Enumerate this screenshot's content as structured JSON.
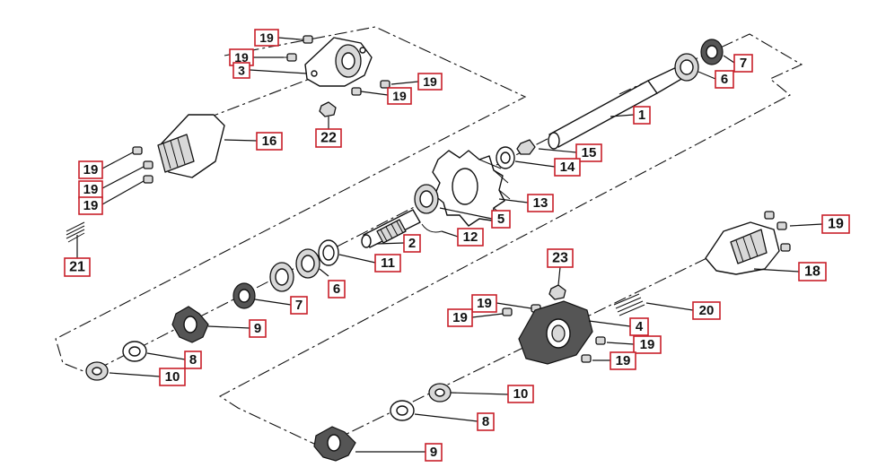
{
  "diagram": {
    "callouts": [
      {
        "id": "c19a",
        "label": "19"
      },
      {
        "id": "c19b",
        "label": "19"
      },
      {
        "id": "c3",
        "label": "3"
      },
      {
        "id": "c19c",
        "label": "19"
      },
      {
        "id": "c19d",
        "label": "19"
      },
      {
        "id": "c22",
        "label": "22"
      },
      {
        "id": "c16",
        "label": "16"
      },
      {
        "id": "c19e",
        "label": "19"
      },
      {
        "id": "c19f",
        "label": "19"
      },
      {
        "id": "c19g",
        "label": "19"
      },
      {
        "id": "c21",
        "label": "21"
      },
      {
        "id": "c7a",
        "label": "7"
      },
      {
        "id": "c6a",
        "label": "6"
      },
      {
        "id": "c1",
        "label": "1"
      },
      {
        "id": "c15",
        "label": "15"
      },
      {
        "id": "c14",
        "label": "14"
      },
      {
        "id": "c13",
        "label": "13"
      },
      {
        "id": "c5",
        "label": "5"
      },
      {
        "id": "c12",
        "label": "12"
      },
      {
        "id": "c2",
        "label": "2"
      },
      {
        "id": "c11",
        "label": "11"
      },
      {
        "id": "c6b",
        "label": "6"
      },
      {
        "id": "c7b",
        "label": "7"
      },
      {
        "id": "c9a",
        "label": "9"
      },
      {
        "id": "c8a",
        "label": "8"
      },
      {
        "id": "c10a",
        "label": "10"
      },
      {
        "id": "c19h",
        "label": "19"
      },
      {
        "id": "c18",
        "label": "18"
      },
      {
        "id": "c23",
        "label": "23"
      },
      {
        "id": "c20",
        "label": "20"
      },
      {
        "id": "c19i",
        "label": "19"
      },
      {
        "id": "c19j",
        "label": "19"
      },
      {
        "id": "c4",
        "label": "4"
      },
      {
        "id": "c19k",
        "label": "19"
      },
      {
        "id": "c19l",
        "label": "19"
      },
      {
        "id": "c10b",
        "label": "10"
      },
      {
        "id": "c8b",
        "label": "8"
      },
      {
        "id": "c9b",
        "label": "9"
      }
    ]
  }
}
